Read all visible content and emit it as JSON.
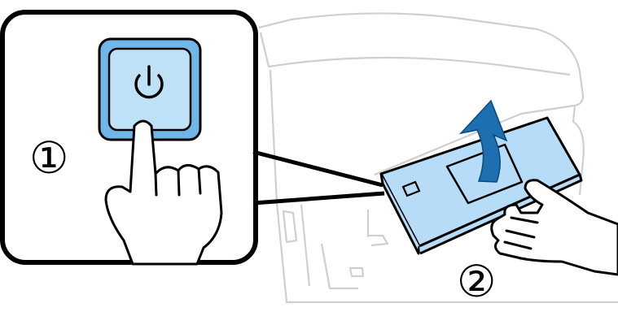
{
  "steps": [
    {
      "number": "①",
      "action": "press-power-button"
    },
    {
      "number": "②",
      "action": "raise-control-panel"
    }
  ],
  "colors": {
    "panel_fill": "#b7dcf7",
    "button_fill": "#6fb6ea",
    "button_face": "#bfe1f8",
    "arrow_fill": "#1d6fb0",
    "printer_outline": "#cfcfcf",
    "line": "#000000"
  },
  "icons": [
    "power-icon",
    "pointing-finger-icon",
    "hand-icon",
    "arrow-up-curved-icon"
  ]
}
